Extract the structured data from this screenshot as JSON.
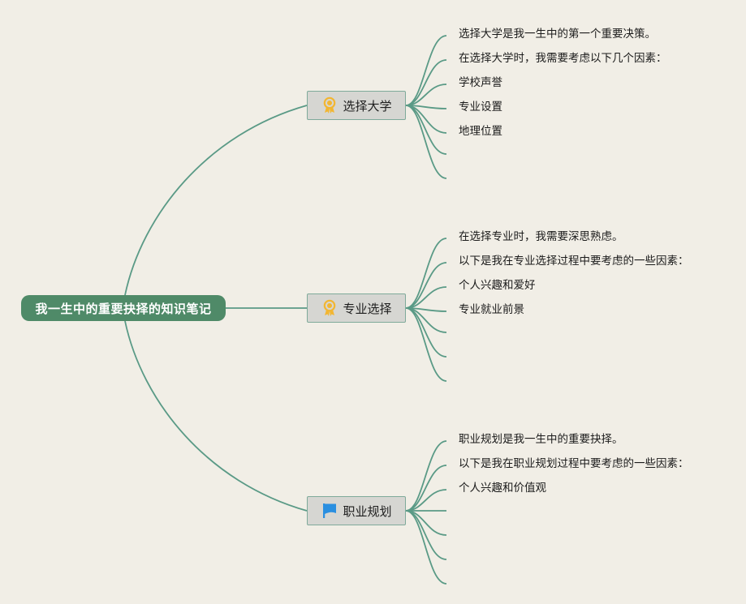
{
  "root": {
    "label": "我一生中的重要抉择的知识笔记"
  },
  "branches": [
    {
      "label": "选择大学",
      "icon": "award-medal-icon",
      "leaves": [
        "选择大学是我一生中的第一个重要决策。",
        "在选择大学时，我需要考虑以下几个因素：",
        "学校声誉",
        "专业设置",
        "地理位置",
        "",
        ""
      ]
    },
    {
      "label": "专业选择",
      "icon": "award-medal-icon",
      "leaves": [
        "在选择专业时，我需要深思熟虑。",
        "以下是我在专业选择过程中要考虑的一些因素：",
        "个人兴趣和爱好",
        "专业就业前景",
        "",
        "",
        ""
      ]
    },
    {
      "label": "职业规划",
      "icon": "blue-flag-icon",
      "leaves": [
        "职业规划是我一生中的重要抉择。",
        "以下是我在职业规划过程中要考虑的一些因素：",
        "个人兴趣和价值观",
        "",
        "",
        "",
        ""
      ]
    }
  ],
  "colors": {
    "background": "#f1eee6",
    "link": "#5a9a86",
    "root_fill": "#4f8a68",
    "branch_fill": "#d6d6d2",
    "medal": "#f2b632",
    "flag": "#2a8fe0"
  }
}
